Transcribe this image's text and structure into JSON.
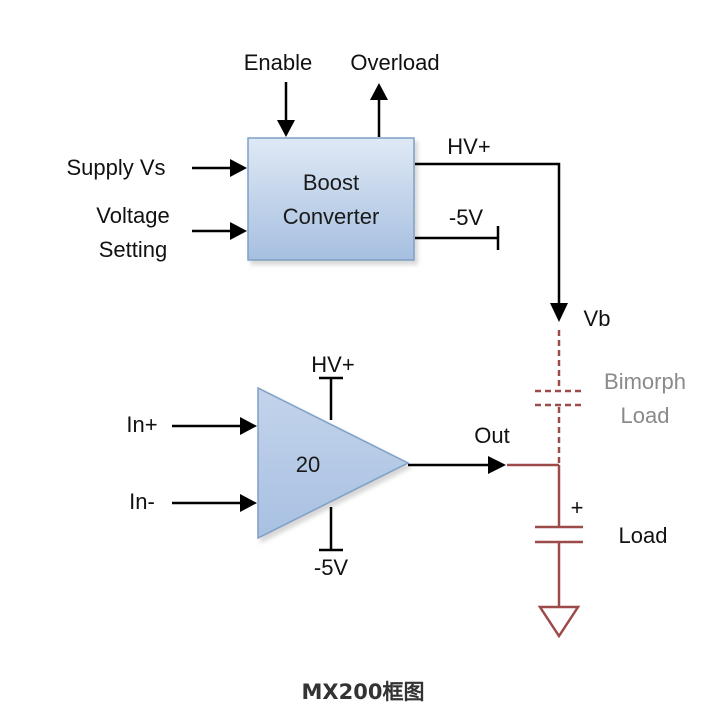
{
  "boost": {
    "line1": "Boost",
    "line2": "Converter",
    "enable": "Enable",
    "overload": "Overload",
    "supply": "Supply Vs",
    "voltage_line1": "Voltage",
    "voltage_line2": "Setting",
    "hv_plus": "HV+",
    "minus5v": "-5V"
  },
  "amp": {
    "gain": "20",
    "hv_plus": "HV+",
    "minus5v": "-5V",
    "in_plus": "In+",
    "in_minus": "In-",
    "out": "Out"
  },
  "load": {
    "vb": "Vb",
    "bimorph_line1": "Bimorph",
    "bimorph_line2": "Load",
    "plus": "+",
    "load": "Load"
  },
  "caption": "MX200框图",
  "colors": {
    "box_fill_top": "#d7e4f3",
    "box_fill_bottom": "#a9c2e2",
    "box_stroke": "#7f9fc6",
    "amp_fill": "#b4c9e6",
    "amp_stroke": "#7f9fc6",
    "wire": "#000000",
    "load_wire": "#9c4a4a",
    "gray_text": "#8a8a8a"
  }
}
